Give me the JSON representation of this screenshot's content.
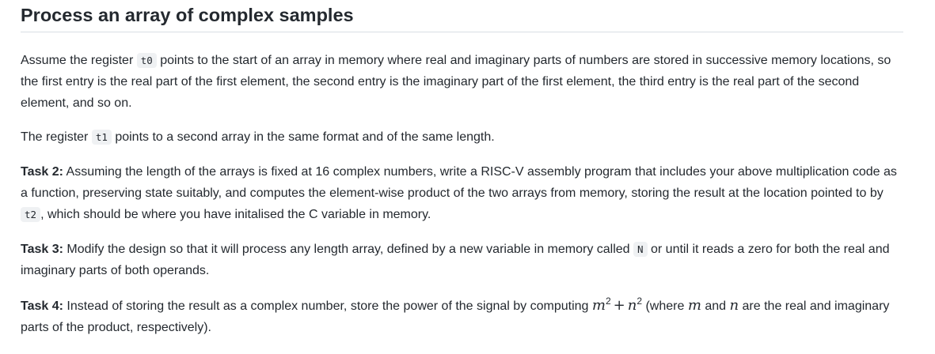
{
  "title": "Process an array of complex samples",
  "para1": {
    "text_a": "Assume the register ",
    "code_a": "t0",
    "text_b": " points to the start of an array in memory where real and imaginary parts of numbers are stored in successive memory locations, so the first entry is the real part of the first element, the second entry is the imaginary part of the first element, the third entry is the real part of the second element, and so on."
  },
  "para2": {
    "text_a": "The register ",
    "code_a": "t1",
    "text_b": " points to a second array in the same format and of the same length."
  },
  "task2": {
    "label": "Task 2:",
    "text_a": " Assuming the length of the arrays is fixed at 16 complex numbers, write a RISC-V assembly program that includes your above multiplication code as a function, preserving state suitably, and computes the element-wise product of the two arrays from memory, storing the result at the location pointed to by ",
    "code_a": "t2",
    "text_b": ", which should be where you have initalised the C variable in memory."
  },
  "task3": {
    "label": "Task 3:",
    "text_a": " Modify the design so that it will process any length array, defined by a new variable in memory called ",
    "code_a": "N",
    "text_b": " or until it reads a zero for both the real and imaginary parts of both operands."
  },
  "task4": {
    "label": "Task 4:",
    "text_a": " Instead of storing the result as a complex number, store the power of the signal by computing ",
    "math_m": "m",
    "math_exp1": "2",
    "math_plus": "+",
    "math_n": "n",
    "math_exp2": "2",
    "text_b": " (where ",
    "math_m2": "m",
    "text_c": " and ",
    "math_n2": "n",
    "text_d": " are the real and imaginary parts of the product, respectively)."
  }
}
